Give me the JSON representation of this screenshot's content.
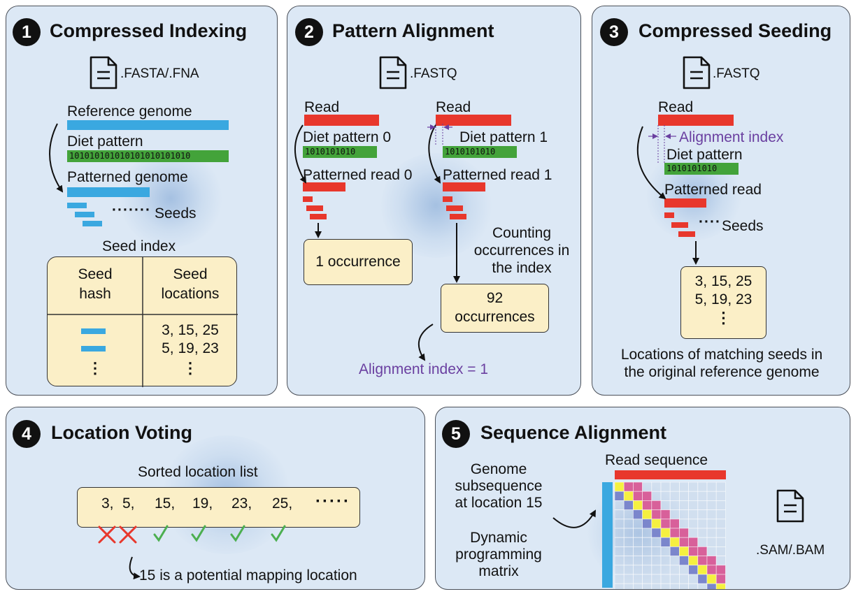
{
  "panel1": {
    "num": "1",
    "title": "Compressed Indexing",
    "file": ".FASTA/.FNA",
    "reference": "Reference genome",
    "diet": "Diet pattern",
    "pattern_bits": "101010101010101010101010",
    "patterned": "Patterned genome",
    "seeds_dots": "·······",
    "seeds": "Seeds",
    "index_title": "Seed index",
    "col1_a": "Seed",
    "col1_b": "hash",
    "col2_a": "Seed",
    "col2_b": "locations",
    "loc_row1": "3, 15, 25",
    "loc_row2": "5, 19, 23",
    "vdots": "⋮"
  },
  "panel2": {
    "num": "2",
    "title": "Pattern Alignment",
    "file": ".FASTQ",
    "read_left": "Read",
    "read_right": "Read",
    "diet0": "Diet pattern 0",
    "diet1": "Diet pattern 1",
    "bits": "1010101010",
    "pread0": "Patterned read 0",
    "pread1": "Patterned read 1",
    "occ1": "1 occurrence",
    "counting1": "Counting",
    "counting2": "occurrences in",
    "counting3": "the index",
    "occ92_a": "92",
    "occ92_b": "occurrences",
    "align_idx": "Alignment index = 1"
  },
  "panel3": {
    "num": "3",
    "title": "Compressed Seeding",
    "file": ".FASTQ",
    "read": "Read",
    "align_index": "Alignment index",
    "diet": "Diet pattern",
    "bits": "1010101010",
    "pread": "Patterned read",
    "dots": "····",
    "seeds": "Seeds",
    "loc1": "3, 15, 25",
    "loc2": "5, 19, 23",
    "vdots": "⋮",
    "caption1": "Locations of matching seeds in",
    "caption2": "the original reference genome"
  },
  "panel4": {
    "num": "4",
    "title": "Location Voting",
    "list_title": "Sorted location list",
    "locations": [
      "3,",
      "5,",
      "15,",
      "19,",
      "23,",
      "25,"
    ],
    "dots": "·····",
    "marks": [
      "cross",
      "cross",
      "check",
      "check",
      "check",
      "check"
    ],
    "conclusion": "15 is a potential mapping location"
  },
  "panel5": {
    "num": "5",
    "title": "Sequence Alignment",
    "read_seq": "Read sequence",
    "genome1": "Genome",
    "genome2": "subsequence",
    "genome3": "at location 15",
    "dp1": "Dynamic",
    "dp2": "programming",
    "dp3": "matrix",
    "file": ".SAM/.BAM",
    "matrix_colors": [
      "#f5f040",
      "#d8609a",
      "#7b86cc"
    ]
  },
  "colors": {
    "panel_bg": "#dce8f5",
    "blue": "#3aa8e0",
    "red": "#e8372c",
    "green": "#43a33a",
    "box": "#fbefc7",
    "purple": "#6a3fa0",
    "cross": "#e8372c",
    "check": "#4caf50"
  }
}
